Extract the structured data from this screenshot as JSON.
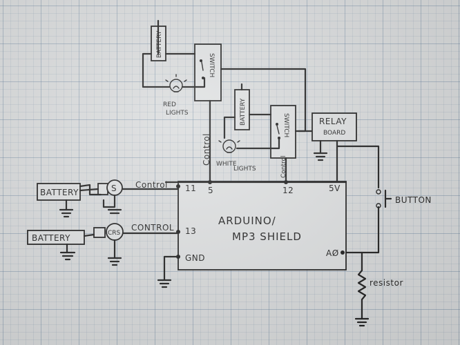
{
  "labels": {
    "battery": "BATTERY",
    "switch": "SWITCH",
    "red_lights": [
      "RED",
      "LIGHTS"
    ],
    "white_lights": [
      "WHITE",
      "LIGHTS"
    ],
    "relay_board": [
      "RELAY",
      "BOARD"
    ],
    "control": "Control",
    "control_caps": "CONTROL",
    "sensor_s": "S",
    "sensor_crs": "CRS",
    "button": "BUTTON",
    "resistor": "resistor",
    "arduino": [
      "ARDUINO/",
      "MP3 SHIELD"
    ],
    "pins": {
      "p11": "11",
      "p13": "13",
      "p5": "5",
      "p12": "12",
      "p5v": "5V",
      "gnd": "GND",
      "a0": "AØ"
    }
  }
}
